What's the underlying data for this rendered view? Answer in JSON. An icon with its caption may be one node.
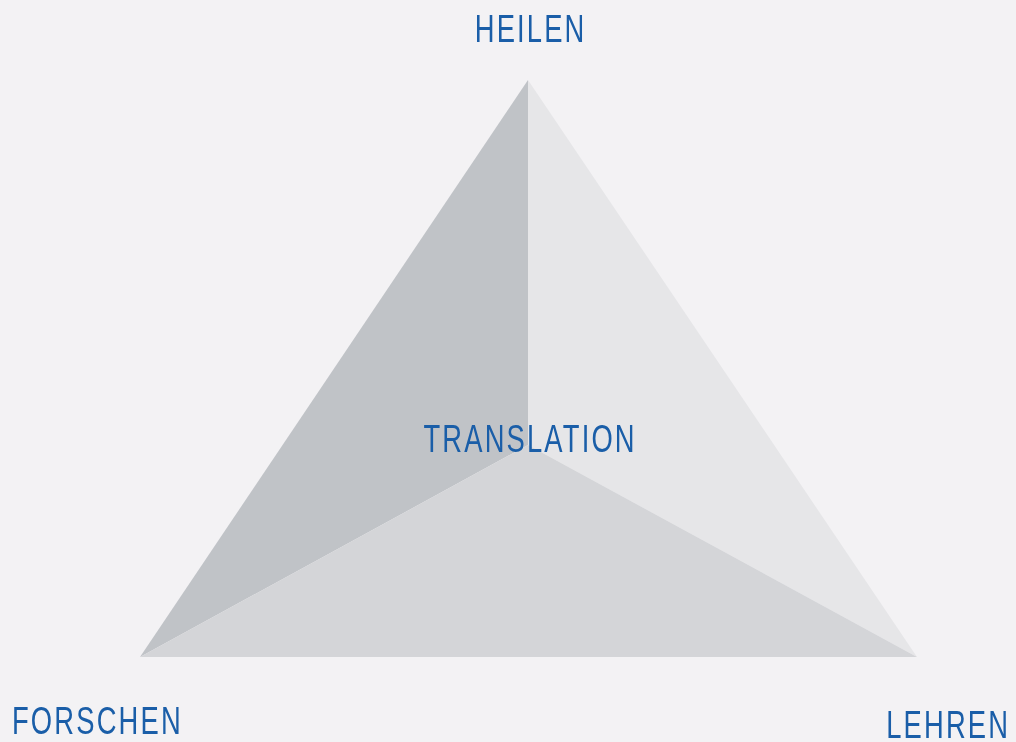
{
  "diagram": {
    "labels": [
      "HEILEN",
      "TRANSLATION",
      "FORSCHEN",
      "LEHREN"
    ]
  }
}
